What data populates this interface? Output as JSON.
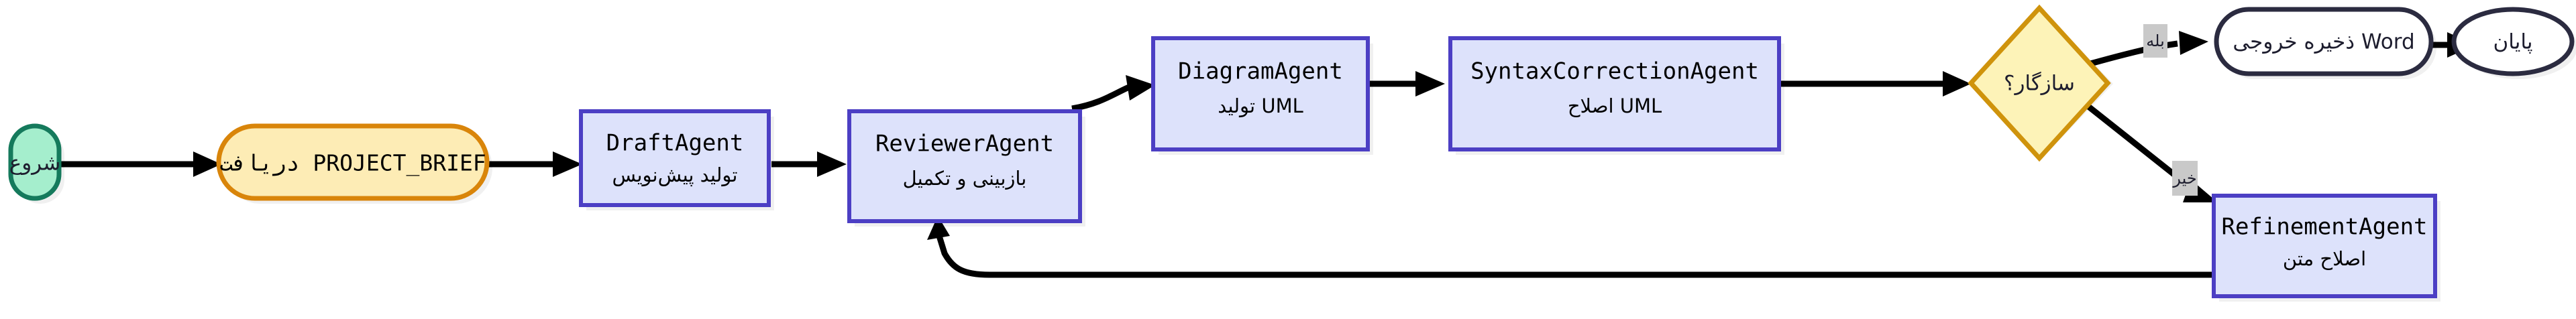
{
  "diagram": {
    "type": "flowchart",
    "direction": "left-to-right",
    "language": "fa",
    "background": "#ffffff",
    "nodes": [
      {
        "id": "start",
        "shape": "stadium",
        "title": "شروع",
        "subtitle": "",
        "fill": "#a5eecd",
        "stroke": "#157a5c"
      },
      {
        "id": "brief",
        "shape": "stadium",
        "title": "دریافت PROJECT_BRIEF",
        "subtitle": "",
        "fill": "#fdecb5",
        "stroke": "#d9850a"
      },
      {
        "id": "draft",
        "shape": "rect",
        "title": "DraftAgent",
        "subtitle": "تولید پیش‌نویس",
        "fill": "#dde2fb",
        "stroke": "#4c3fc4"
      },
      {
        "id": "reviewer",
        "shape": "rect",
        "title": "ReviewerAgent",
        "subtitle": "بازبینی و تکمیل",
        "fill": "#dde2fb",
        "stroke": "#4c3fc4"
      },
      {
        "id": "diagram_agent",
        "shape": "rect",
        "title": "DiagramAgent",
        "subtitle": "تولید UML",
        "fill": "#dde2fb",
        "stroke": "#4c3fc4"
      },
      {
        "id": "syntax",
        "shape": "rect",
        "title": "SyntaxCorrectionAgent",
        "subtitle": "اصلاح UML",
        "fill": "#dde2fb",
        "stroke": "#4c3fc4"
      },
      {
        "id": "decision",
        "shape": "diamond",
        "title": "سازگار؟",
        "subtitle": "",
        "fill": "#fdf3b8",
        "stroke": "#cf930c"
      },
      {
        "id": "save_word",
        "shape": "stadium",
        "title": "ذخیره خروجی Word",
        "subtitle": "",
        "fill": "#ffffff",
        "stroke": "#2b2b40"
      },
      {
        "id": "end",
        "shape": "ellipse",
        "title": "پایان",
        "subtitle": "",
        "fill": "#ffffff",
        "stroke": "#2b2b40"
      },
      {
        "id": "refinement",
        "shape": "rect",
        "title": "RefinementAgent",
        "subtitle": "اصلاح متن",
        "fill": "#dde2fb",
        "stroke": "#4c3fc4"
      }
    ],
    "edges": [
      {
        "id": "e1",
        "from": "start",
        "to": "brief",
        "label": ""
      },
      {
        "id": "e2",
        "from": "brief",
        "to": "draft",
        "label": ""
      },
      {
        "id": "e3",
        "from": "draft",
        "to": "reviewer",
        "label": ""
      },
      {
        "id": "e4",
        "from": "reviewer",
        "to": "diagram_agent",
        "label": ""
      },
      {
        "id": "e5",
        "from": "diagram_agent",
        "to": "syntax",
        "label": ""
      },
      {
        "id": "e6",
        "from": "syntax",
        "to": "decision",
        "label": ""
      },
      {
        "id": "e7",
        "from": "decision",
        "to": "save_word",
        "label": "بله"
      },
      {
        "id": "e8",
        "from": "save_word",
        "to": "end",
        "label": ""
      },
      {
        "id": "e9",
        "from": "decision",
        "to": "refinement",
        "label": "خیر"
      },
      {
        "id": "e10",
        "from": "refinement",
        "to": "reviewer",
        "label": ""
      }
    ],
    "edge_labels": {
      "yes": "بله",
      "no": "خیر"
    }
  }
}
